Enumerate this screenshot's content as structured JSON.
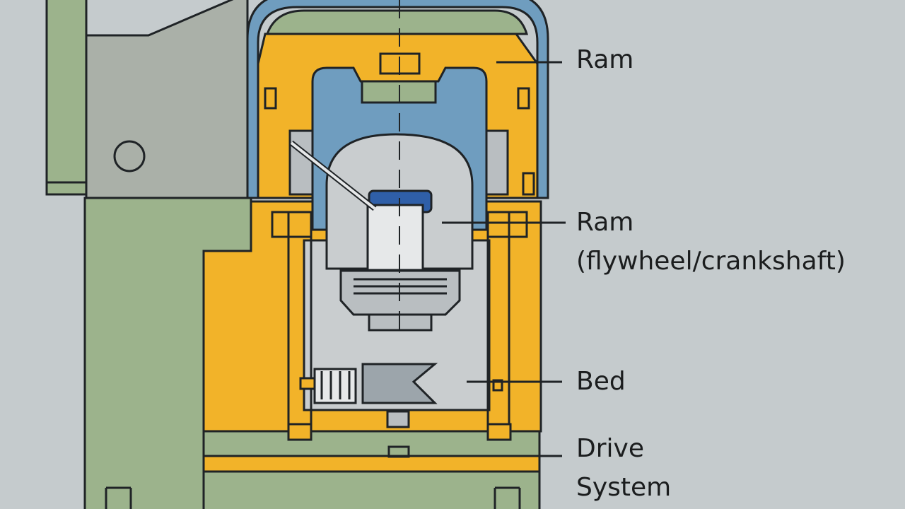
{
  "diagram": {
    "labels": {
      "ram": "Ram",
      "ram_drive_line1": "Ram",
      "ram_drive_line2": "(flywheel/crankshaft)",
      "bed": "Bed",
      "drive_line1": "Drive",
      "drive_line2": "System"
    },
    "colors": {
      "background": "#c5cbcd",
      "frame_green": "#9cb38c",
      "housing_yellow": "#f2b329",
      "guard_blue": "#6f9dbf",
      "part_gray": "#b9bec1",
      "outline": "#1f2326"
    }
  }
}
